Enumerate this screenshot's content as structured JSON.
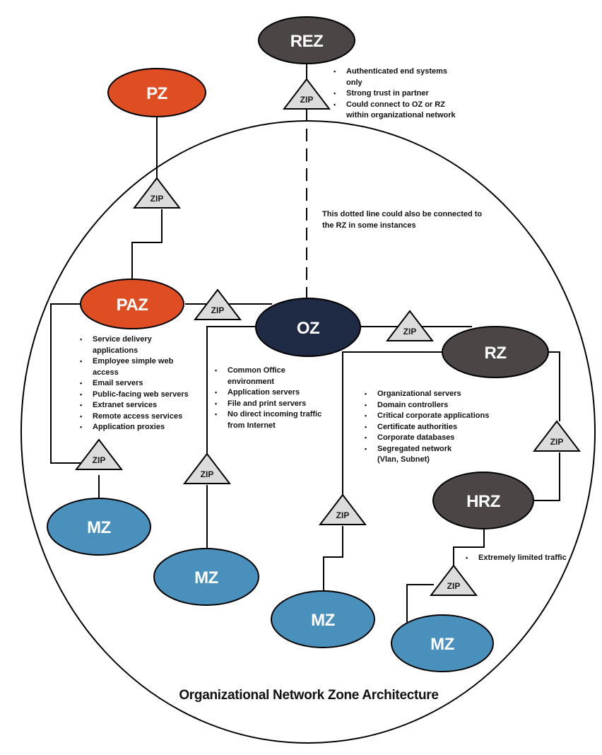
{
  "title": "Organizational Network Zone Architecture",
  "colors": {
    "public_zone": "#df4e22",
    "operations_zone": "#1f2a44",
    "restricted_zone": "#4b4546",
    "management_zone": "#4a90bd",
    "zip_fill": "#dcdcdc",
    "line": "#000000"
  },
  "zones": {
    "rez": {
      "label": "REZ"
    },
    "pz": {
      "label": "PZ"
    },
    "paz": {
      "label": "PAZ"
    },
    "oz": {
      "label": "OZ"
    },
    "rz": {
      "label": "RZ"
    },
    "hrz": {
      "label": "HRZ"
    },
    "mz_paz": {
      "label": "MZ"
    },
    "mz_oz": {
      "label": "MZ"
    },
    "mz_rz": {
      "label": "MZ"
    },
    "mz_hrz": {
      "label": "MZ"
    }
  },
  "zip_label": "ZIP",
  "notes": {
    "rez": [
      "Authenticated end systems only",
      "Strong trust in partner",
      "Could connect to OZ or RZ within organizational network"
    ],
    "dotted_line": "This dotted line could also be connected to the RZ in some instances",
    "paz": [
      "Service delivery applications",
      "Employee simple web access",
      "Email servers",
      "Public-facing web servers",
      "Extranet services",
      "Remote access services",
      "Application proxies"
    ],
    "oz": [
      "Common Office environment",
      "Application servers",
      "File and print servers",
      "No direct incoming traffic from Internet"
    ],
    "rz": [
      "Organizational servers",
      "Domain controllers",
      "Critical corporate applications",
      "Certificate authorities",
      "Corporate databases",
      "Segregated network (Vlan, Subnet)"
    ],
    "hrz": [
      "Extremely limited traffic"
    ]
  }
}
